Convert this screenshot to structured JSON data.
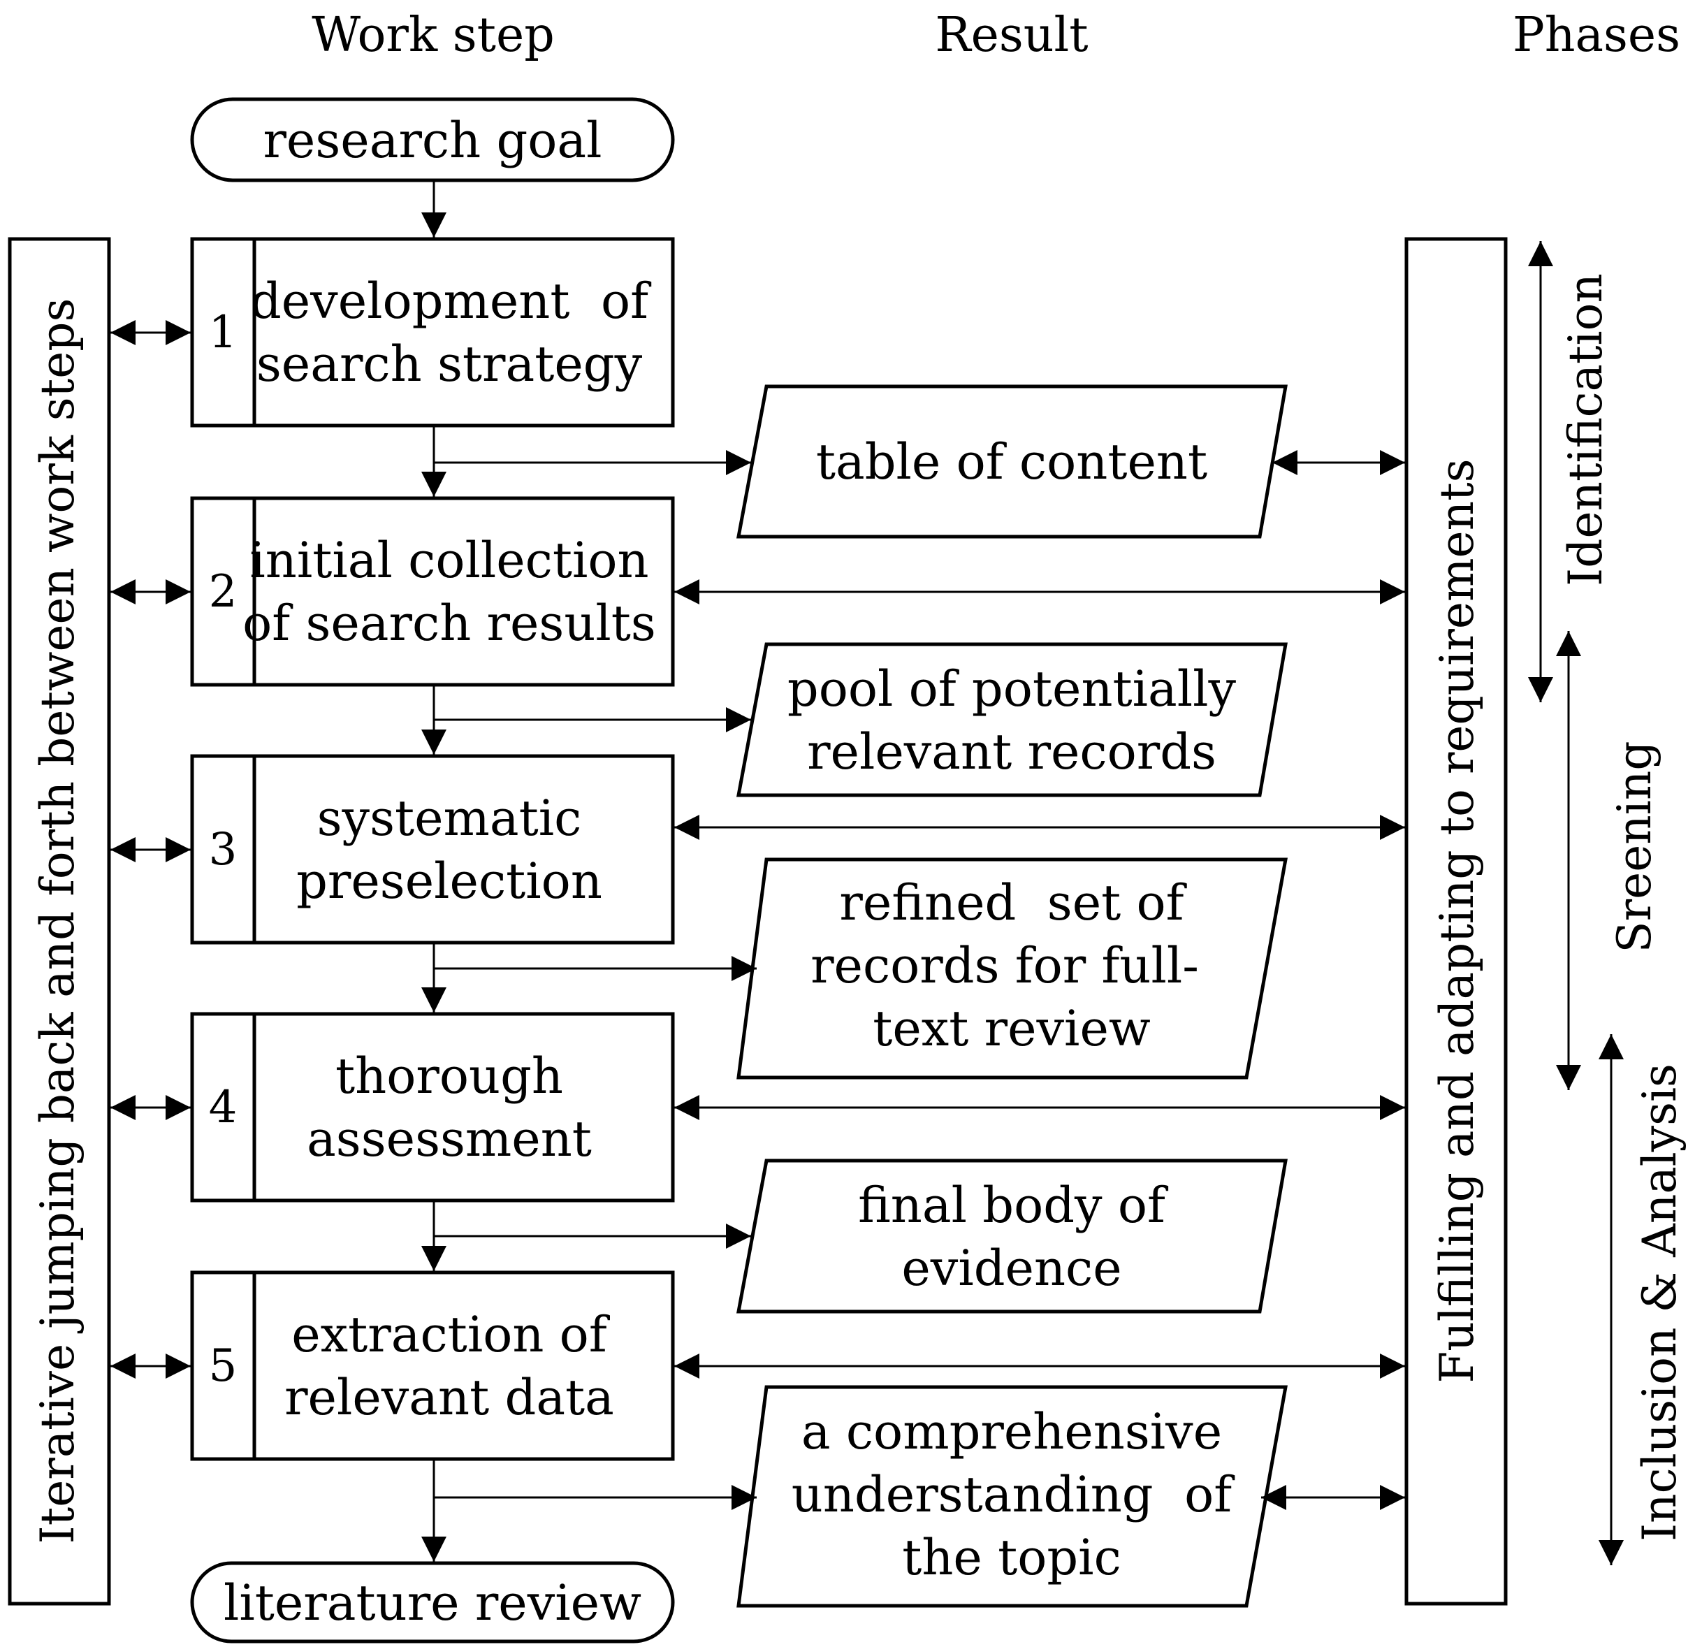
{
  "headers": {
    "work_step": "Work step",
    "result": "Result",
    "phases": "Phases"
  },
  "start": "research goal",
  "end": "literature review",
  "steps": [
    {
      "number": "1",
      "lines": [
        "development  of",
        "search strategy"
      ]
    },
    {
      "number": "2",
      "lines": [
        "initial collection",
        "of search results"
      ]
    },
    {
      "number": "3",
      "lines": [
        "systematic",
        "preselection"
      ]
    },
    {
      "number": "4",
      "lines": [
        "thorough",
        "assessment"
      ]
    },
    {
      "number": "5",
      "lines": [
        "extraction of",
        "relevant data"
      ]
    }
  ],
  "results": [
    {
      "lines": [
        "table of content"
      ]
    },
    {
      "lines": [
        "pool of potentially",
        "relevant records"
      ]
    },
    {
      "lines": [
        "refined  set of",
        "records for full-",
        "text review"
      ]
    },
    {
      "lines": [
        "final body of",
        "evidence"
      ]
    },
    {
      "lines": [
        "a comprehensive",
        "understanding  of",
        "the topic"
      ]
    }
  ],
  "left_bar": "Iterative jumping back and forth between work steps",
  "right_bar": "Fulfilling and adapting to requirements",
  "phases": [
    "Identification",
    "Sreening",
    "Inclusion & Analysis"
  ]
}
